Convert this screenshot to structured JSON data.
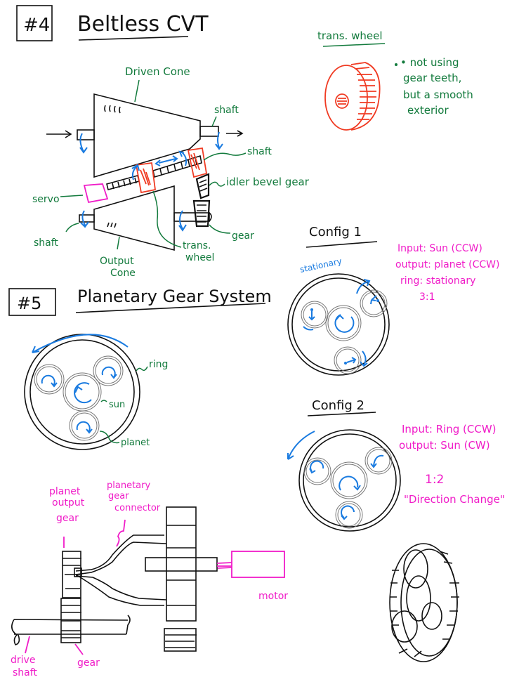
{
  "section4": {
    "number": "#4",
    "title": "Beltless CVT",
    "labels": {
      "driven_cone": "Driven Cone",
      "shaft_top": "shaft",
      "shaft_mid": "shaft",
      "idler": "idler bevel gear",
      "servo": "servo",
      "shaft_left": "shaft",
      "gear": "gear",
      "output_cone_1": "Output",
      "output_cone_2": "Cone",
      "trans_wheel_1": "trans.",
      "trans_wheel_2": "wheel"
    },
    "trans_wheel_note": {
      "heading": "trans. wheel",
      "lines": [
        "• not using",
        "gear teeth,",
        "but a smooth",
        "exterior"
      ]
    }
  },
  "section5": {
    "number": "#5",
    "title": "Planetary Gear System",
    "labels": {
      "ring": "ring",
      "sun": "sun",
      "planet": "planet"
    },
    "config1": {
      "heading": "Config 1",
      "stationary": "stationary",
      "lines": [
        "Input: Sun (CCW)",
        "output: planet (CCW)",
        "ring: stationary",
        "3:1"
      ]
    },
    "config2": {
      "heading": "Config 2",
      "lines": [
        "Input: Ring (CCW)",
        "output: Sun (CW)",
        "1:2",
        "\"Direction Change\""
      ]
    },
    "assembly": {
      "planet_output_gear": [
        "planet",
        "output",
        "gear"
      ],
      "connector": [
        "planetary",
        "gear",
        "connector"
      ],
      "motor": "motor",
      "drive_shaft": [
        "drive",
        "shaft"
      ],
      "gear": "gear"
    }
  }
}
